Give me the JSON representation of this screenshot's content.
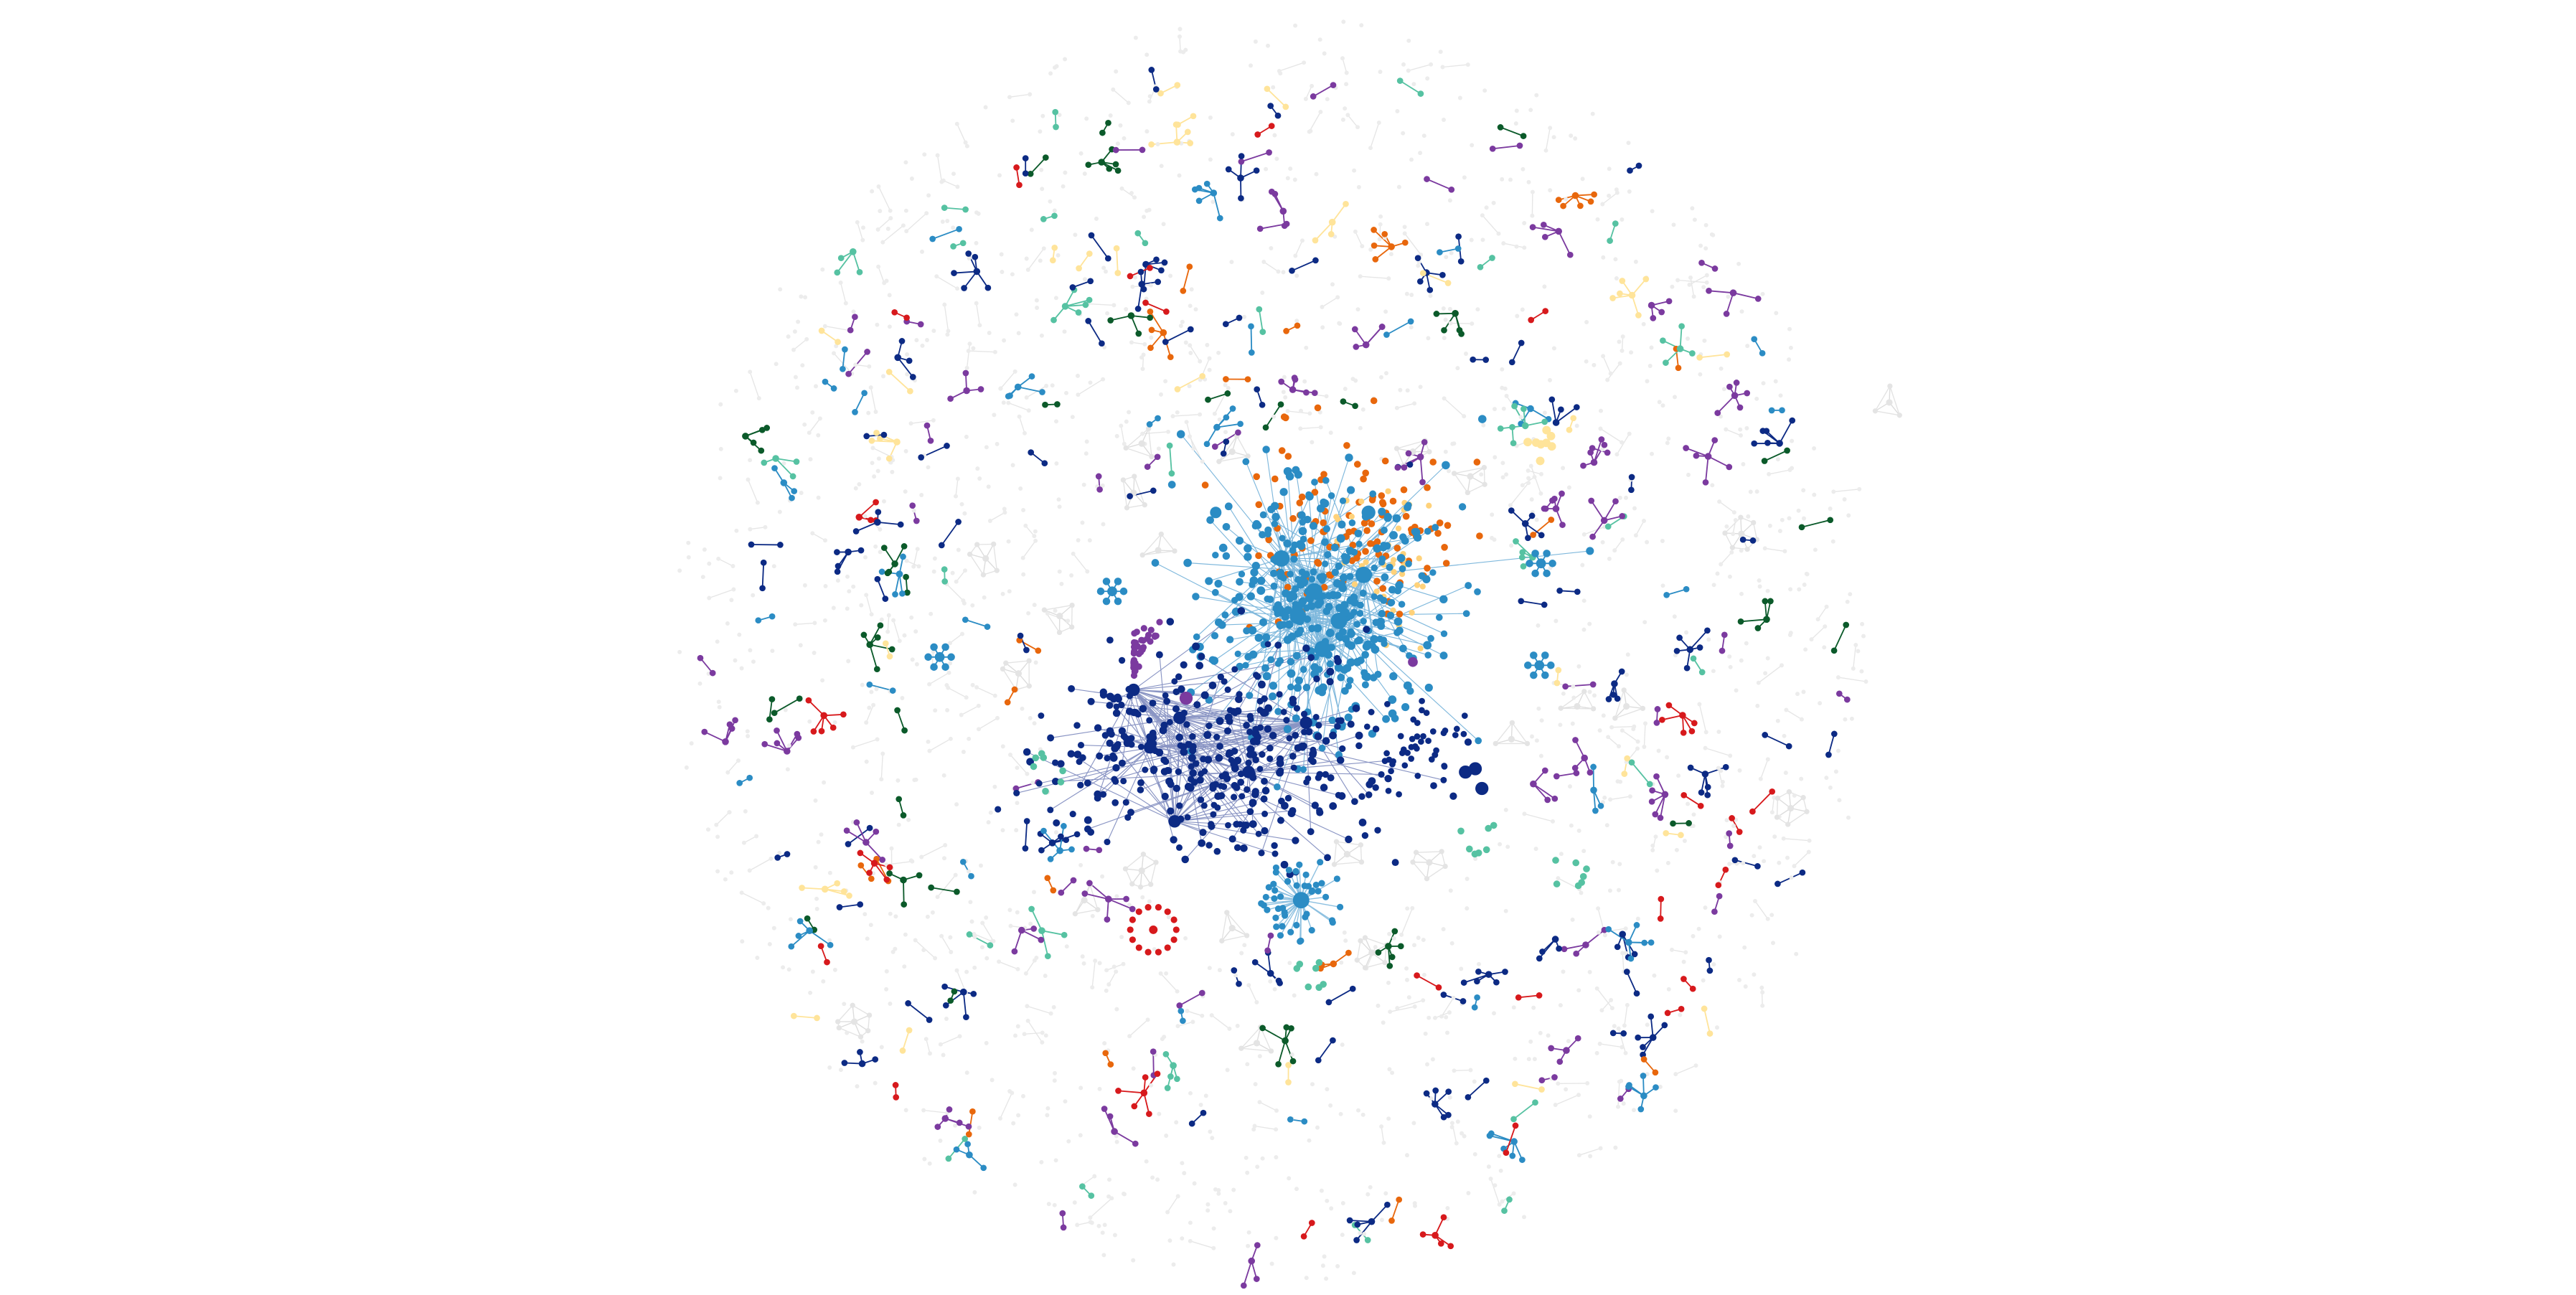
{
  "diagram": {
    "type": "force-directed network graph",
    "labels_shown": false,
    "background": "#ffffff",
    "edge_color": "#d9d9d9",
    "inactive_node_color": "#ececec",
    "palette": [
      {
        "name": "medium-blue",
        "hex": "#2b8cc4"
      },
      {
        "name": "navy",
        "hex": "#0c2a84"
      },
      {
        "name": "orange",
        "hex": "#e8670c"
      },
      {
        "name": "purple",
        "hex": "#7b3a9f"
      },
      {
        "name": "dark-green",
        "hex": "#0b5a2a"
      },
      {
        "name": "teal",
        "hex": "#56c2a2"
      },
      {
        "name": "red",
        "hex": "#d7191c"
      },
      {
        "name": "pale-yellow",
        "hex": "#ffe49a"
      },
      {
        "name": "light-gray",
        "hex": "#ececec"
      }
    ],
    "communities": [
      {
        "name": "central-blue-cluster",
        "color": "#2b8cc4"
      },
      {
        "name": "navy-cluster",
        "color": "#0c2a84"
      },
      {
        "name": "orange-cluster",
        "color": "#e8670c"
      },
      {
        "name": "purple-group",
        "color": "#7b3a9f"
      },
      {
        "name": "green-group",
        "color": "#0b5a2a"
      },
      {
        "name": "teal-group",
        "color": "#56c2a2"
      },
      {
        "name": "red-group",
        "color": "#d7191c"
      },
      {
        "name": "yellow-group",
        "color": "#ffe49a"
      },
      {
        "name": "unhighlighted",
        "color": "#ececec"
      }
    ]
  }
}
